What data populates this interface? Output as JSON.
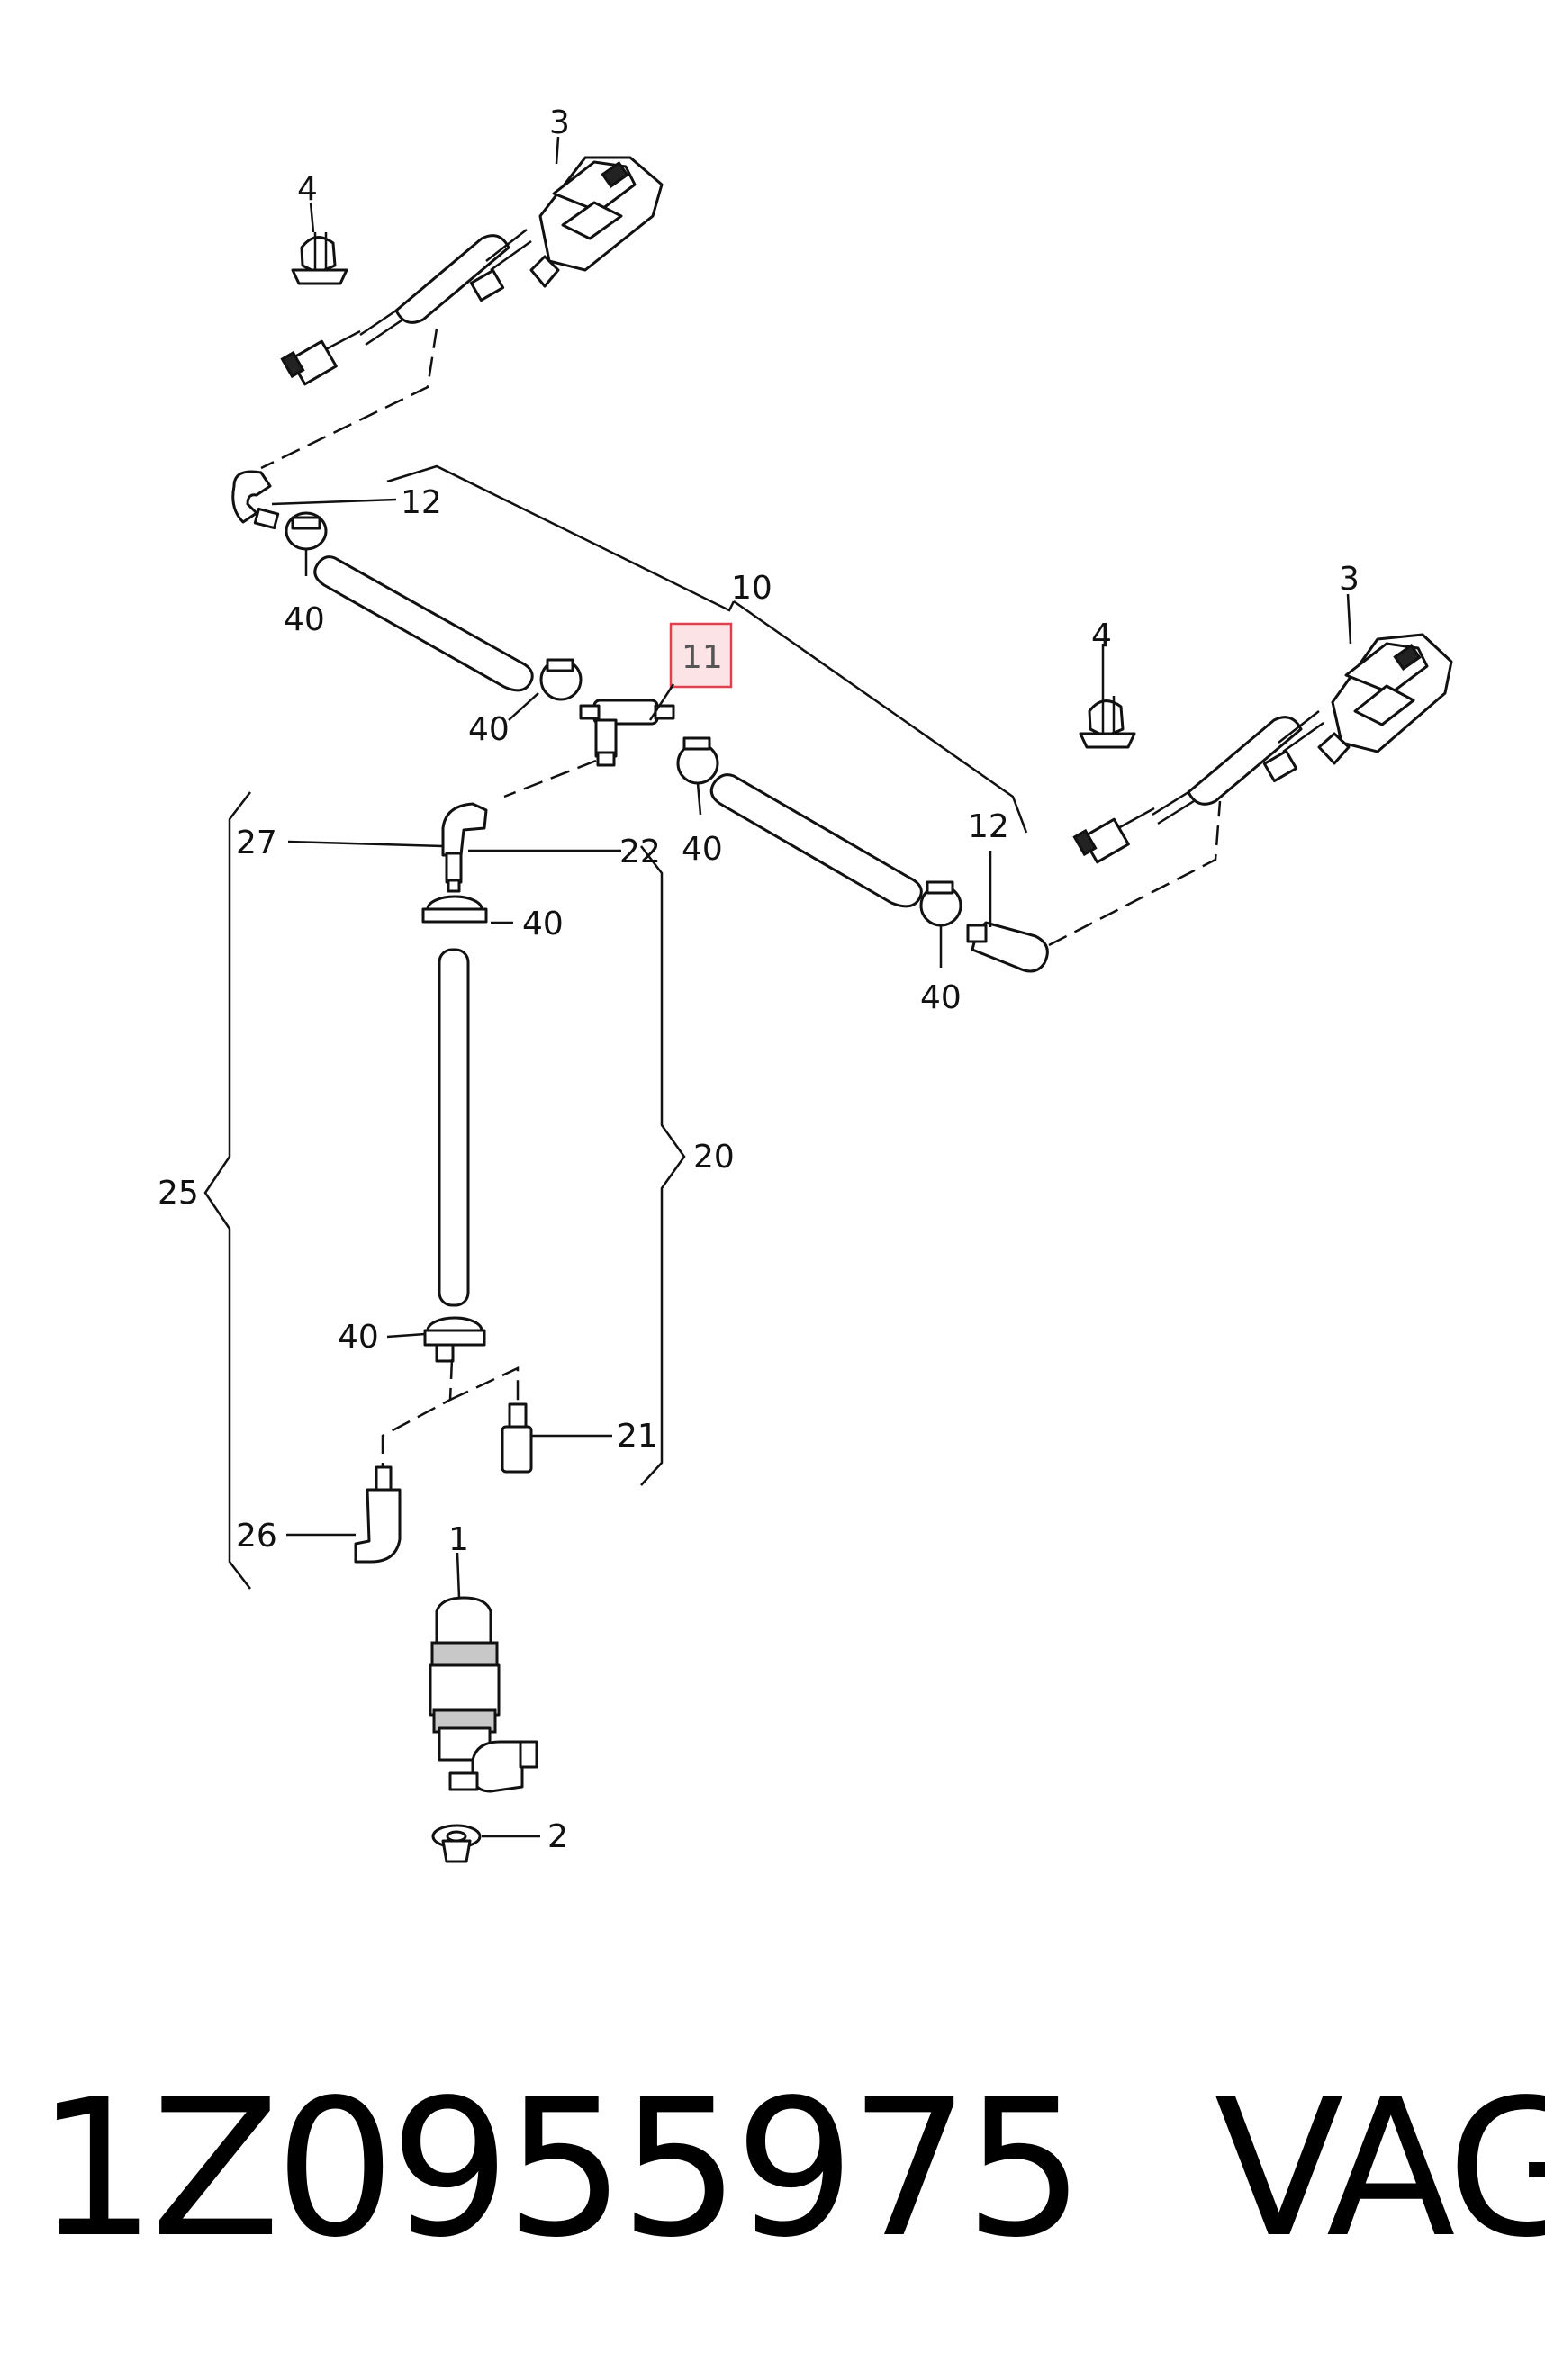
{
  "diagram": {
    "highlight_color": "#e04050",
    "callouts": {
      "c3_left": "3",
      "c4_left": "4",
      "c12_left": "12",
      "c40_a": "40",
      "c10": "10",
      "c11": "11",
      "c40_b": "40",
      "c3_right": "3",
      "c4_right": "4",
      "c12_right": "12",
      "c27": "27",
      "c22": "22",
      "c40_c": "40",
      "c40_d": "40",
      "c40_e": "40",
      "c25": "25",
      "c20": "20",
      "c40_f": "40",
      "c21": "21",
      "c26": "26",
      "c1": "1",
      "c2": "2"
    }
  },
  "footer": {
    "part_number": "1Z0955975",
    "brand": "VAG"
  }
}
